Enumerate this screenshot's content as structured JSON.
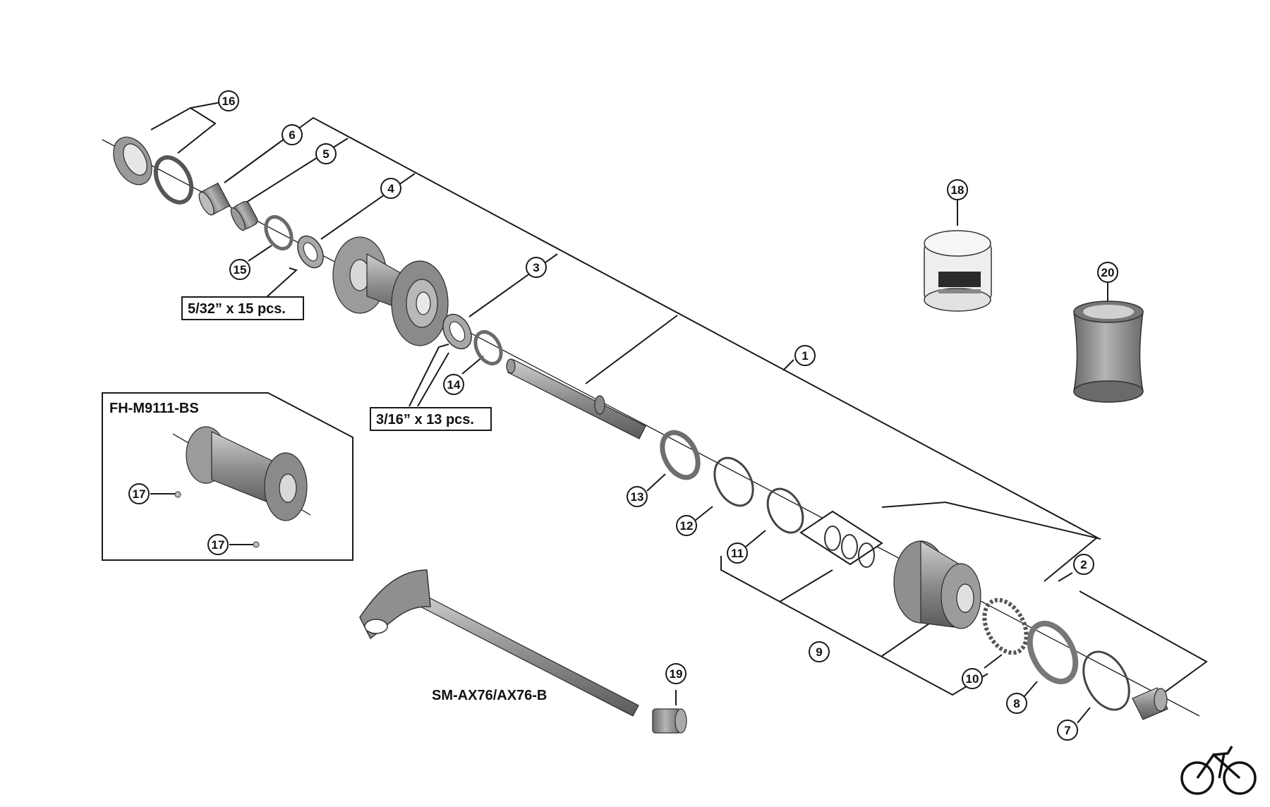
{
  "callouts": [
    {
      "n": "1"
    },
    {
      "n": "2"
    },
    {
      "n": "3"
    },
    {
      "n": "4"
    },
    {
      "n": "5"
    },
    {
      "n": "6"
    },
    {
      "n": "7"
    },
    {
      "n": "8"
    },
    {
      "n": "9"
    },
    {
      "n": "10"
    },
    {
      "n": "11"
    },
    {
      "n": "12"
    },
    {
      "n": "13"
    },
    {
      "n": "14"
    },
    {
      "n": "15"
    },
    {
      "n": "16"
    },
    {
      "n": "17"
    },
    {
      "n": "17"
    },
    {
      "n": "18"
    },
    {
      "n": "19"
    },
    {
      "n": "20"
    }
  ],
  "labels": {
    "balls_a": "5/32” x 15 pcs.",
    "balls_b": "3/16” x 13 pcs.",
    "freehub_model": "FH-M9111-BS",
    "axle_model": "SM-AX76/AX76-B"
  },
  "icons": {
    "logo": "bicycle-icon"
  },
  "colors": {
    "part_fill": "#8f8f8f",
    "part_dark": "#5e5e5e",
    "part_light": "#c7c7c7",
    "line": "#1a1a1a"
  }
}
